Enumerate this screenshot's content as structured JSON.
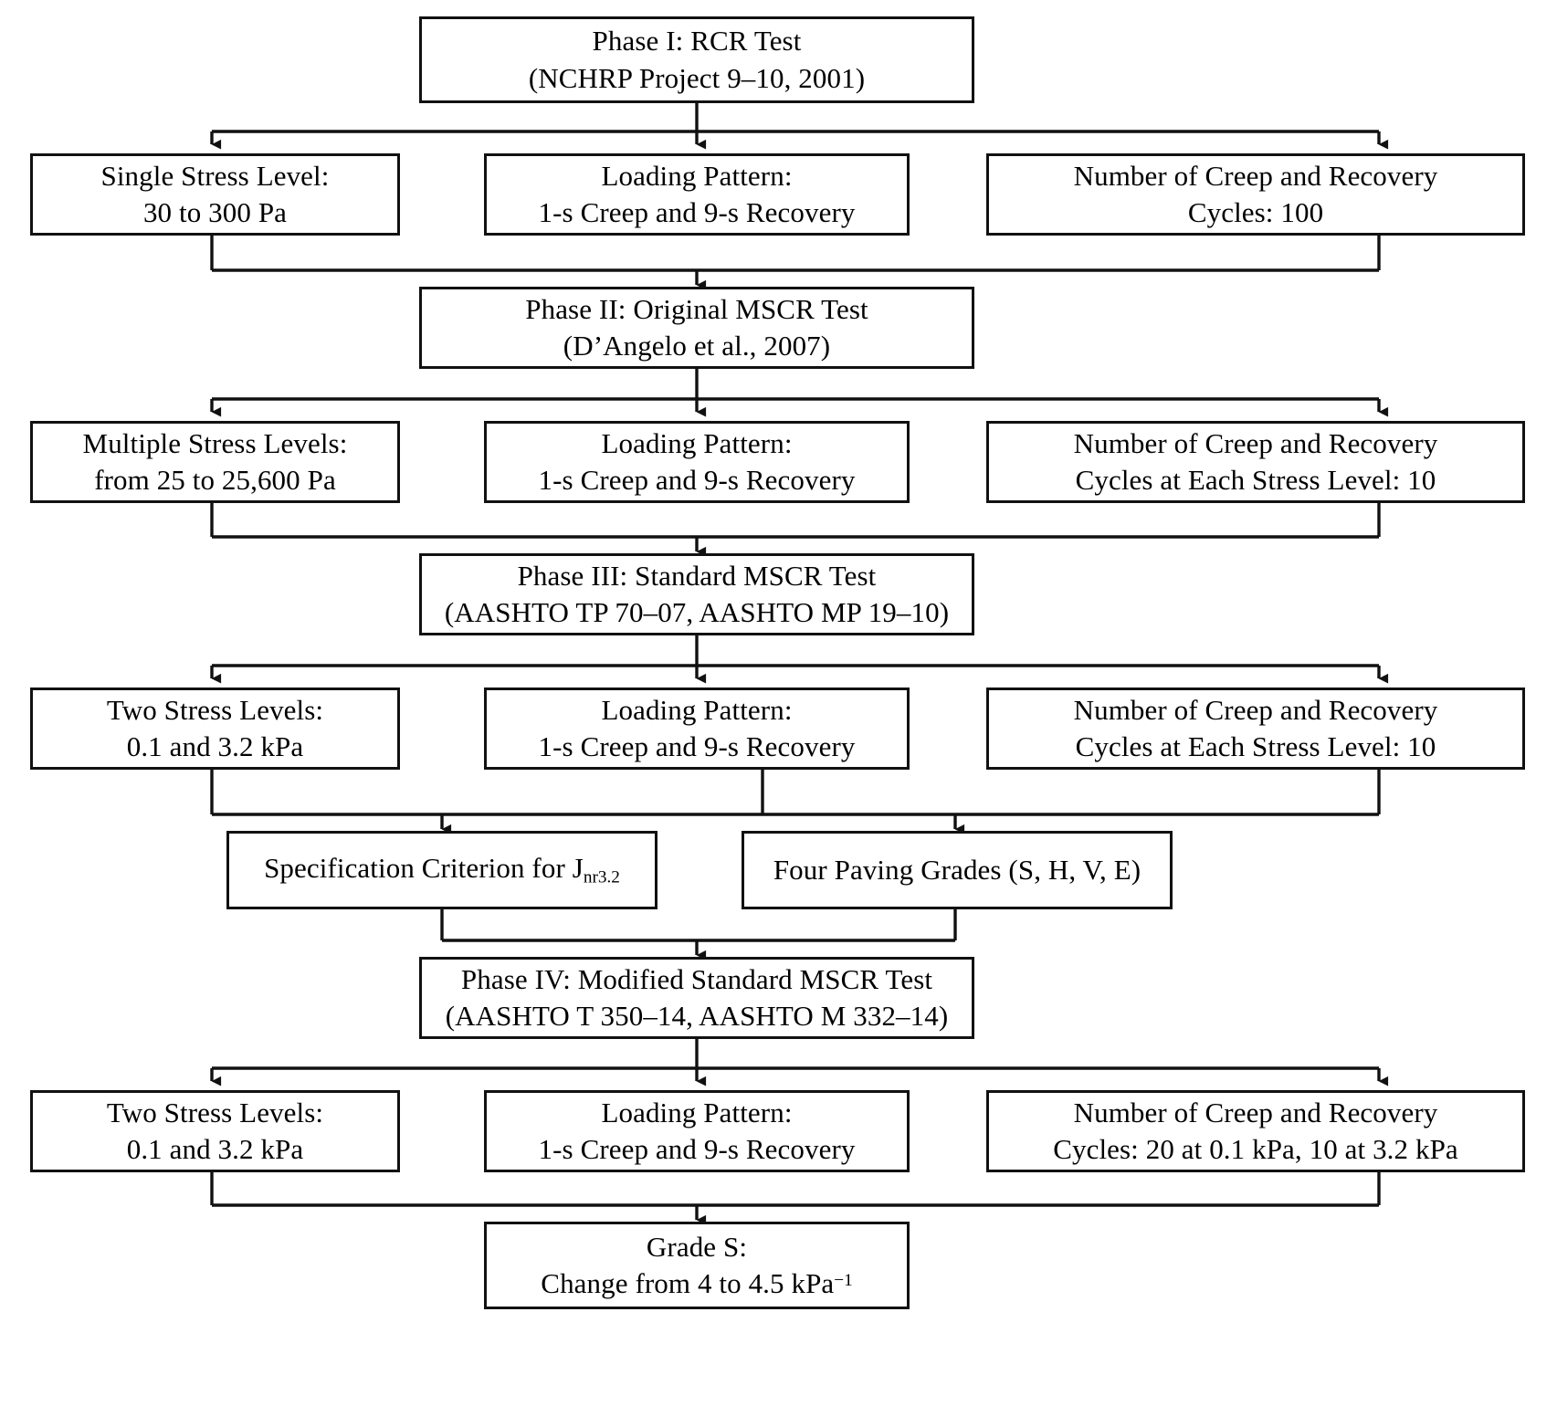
{
  "diagram": {
    "title": "Evolution of MSCR Test Phases",
    "type": "flowchart",
    "line_color": "#111111",
    "background": "#ffffff"
  },
  "nodes": {
    "phase1": {
      "id": "phase1",
      "line1": "Phase I: RCR Test",
      "line2": "(NCHRP Project 9–10, 2001)"
    },
    "p1_stress": {
      "id": "p1-stress-level",
      "line1": "Single Stress Level:",
      "line2": "30 to 300 Pa"
    },
    "p1_loading": {
      "id": "p1-loading-pattern",
      "line1": "Loading Pattern:",
      "line2": "1-s Creep and 9-s Recovery"
    },
    "p1_cycles": {
      "id": "p1-cycles",
      "line1": "Number of Creep and Recovery",
      "line2": "Cycles: 100"
    },
    "phase2": {
      "id": "phase2",
      "line1": "Phase II: Original MSCR Test",
      "line2": "(D’Angelo et al., 2007)"
    },
    "p2_stress": {
      "id": "p2-stress-level",
      "line1": "Multiple Stress Levels:",
      "line2": "from 25 to 25,600 Pa"
    },
    "p2_loading": {
      "id": "p2-loading-pattern",
      "line1": "Loading Pattern:",
      "line2": "1-s Creep and 9-s Recovery"
    },
    "p2_cycles": {
      "id": "p2-cycles",
      "line1": "Number of Creep and Recovery",
      "line2": "Cycles at Each Stress Level: 10"
    },
    "phase3": {
      "id": "phase3",
      "line1": "Phase III: Standard MSCR Test",
      "line2": "(AASHTO TP 70–07, AASHTO MP 19–10)"
    },
    "p3_stress": {
      "id": "p3-stress-level",
      "line1": "Two Stress Levels:",
      "line2": "0.1 and 3.2 kPa"
    },
    "p3_loading": {
      "id": "p3-loading-pattern",
      "line1": "Loading Pattern:",
      "line2": "1-s Creep and 9-s Recovery"
    },
    "p3_cycles": {
      "id": "p3-cycles",
      "line1": "Number of Creep and Recovery",
      "line2": "Cycles at Each Stress Level: 10"
    },
    "spec_criterion": {
      "id": "specification-criterion",
      "line1_prefix": "Specification Criterion for J",
      "line1_sub": "nr3.2"
    },
    "paving_grades": {
      "id": "four-paving-grades",
      "line1": "Four Paving Grades (S, H, V, E)"
    },
    "phase4": {
      "id": "phase4",
      "line1": "Phase IV: Modified Standard MSCR Test",
      "line2": "(AASHTO T 350–14, AASHTO M 332–14)"
    },
    "p4_stress": {
      "id": "p4-stress-level",
      "line1": "Two Stress Levels:",
      "line2": "0.1 and 3.2 kPa"
    },
    "p4_loading": {
      "id": "p4-loading-pattern",
      "line1": "Loading Pattern:",
      "line2": "1-s Creep and 9-s Recovery"
    },
    "p4_cycles": {
      "id": "p4-cycles",
      "line1": "Number of Creep and Recovery",
      "line2": "Cycles: 20 at 0.1 kPa, 10 at 3.2 kPa"
    },
    "grade_s": {
      "id": "grade-s",
      "line1": "Grade S:",
      "line2_prefix": "Change from 4 to 4.5 kPa",
      "line2_sup": "−1"
    }
  }
}
